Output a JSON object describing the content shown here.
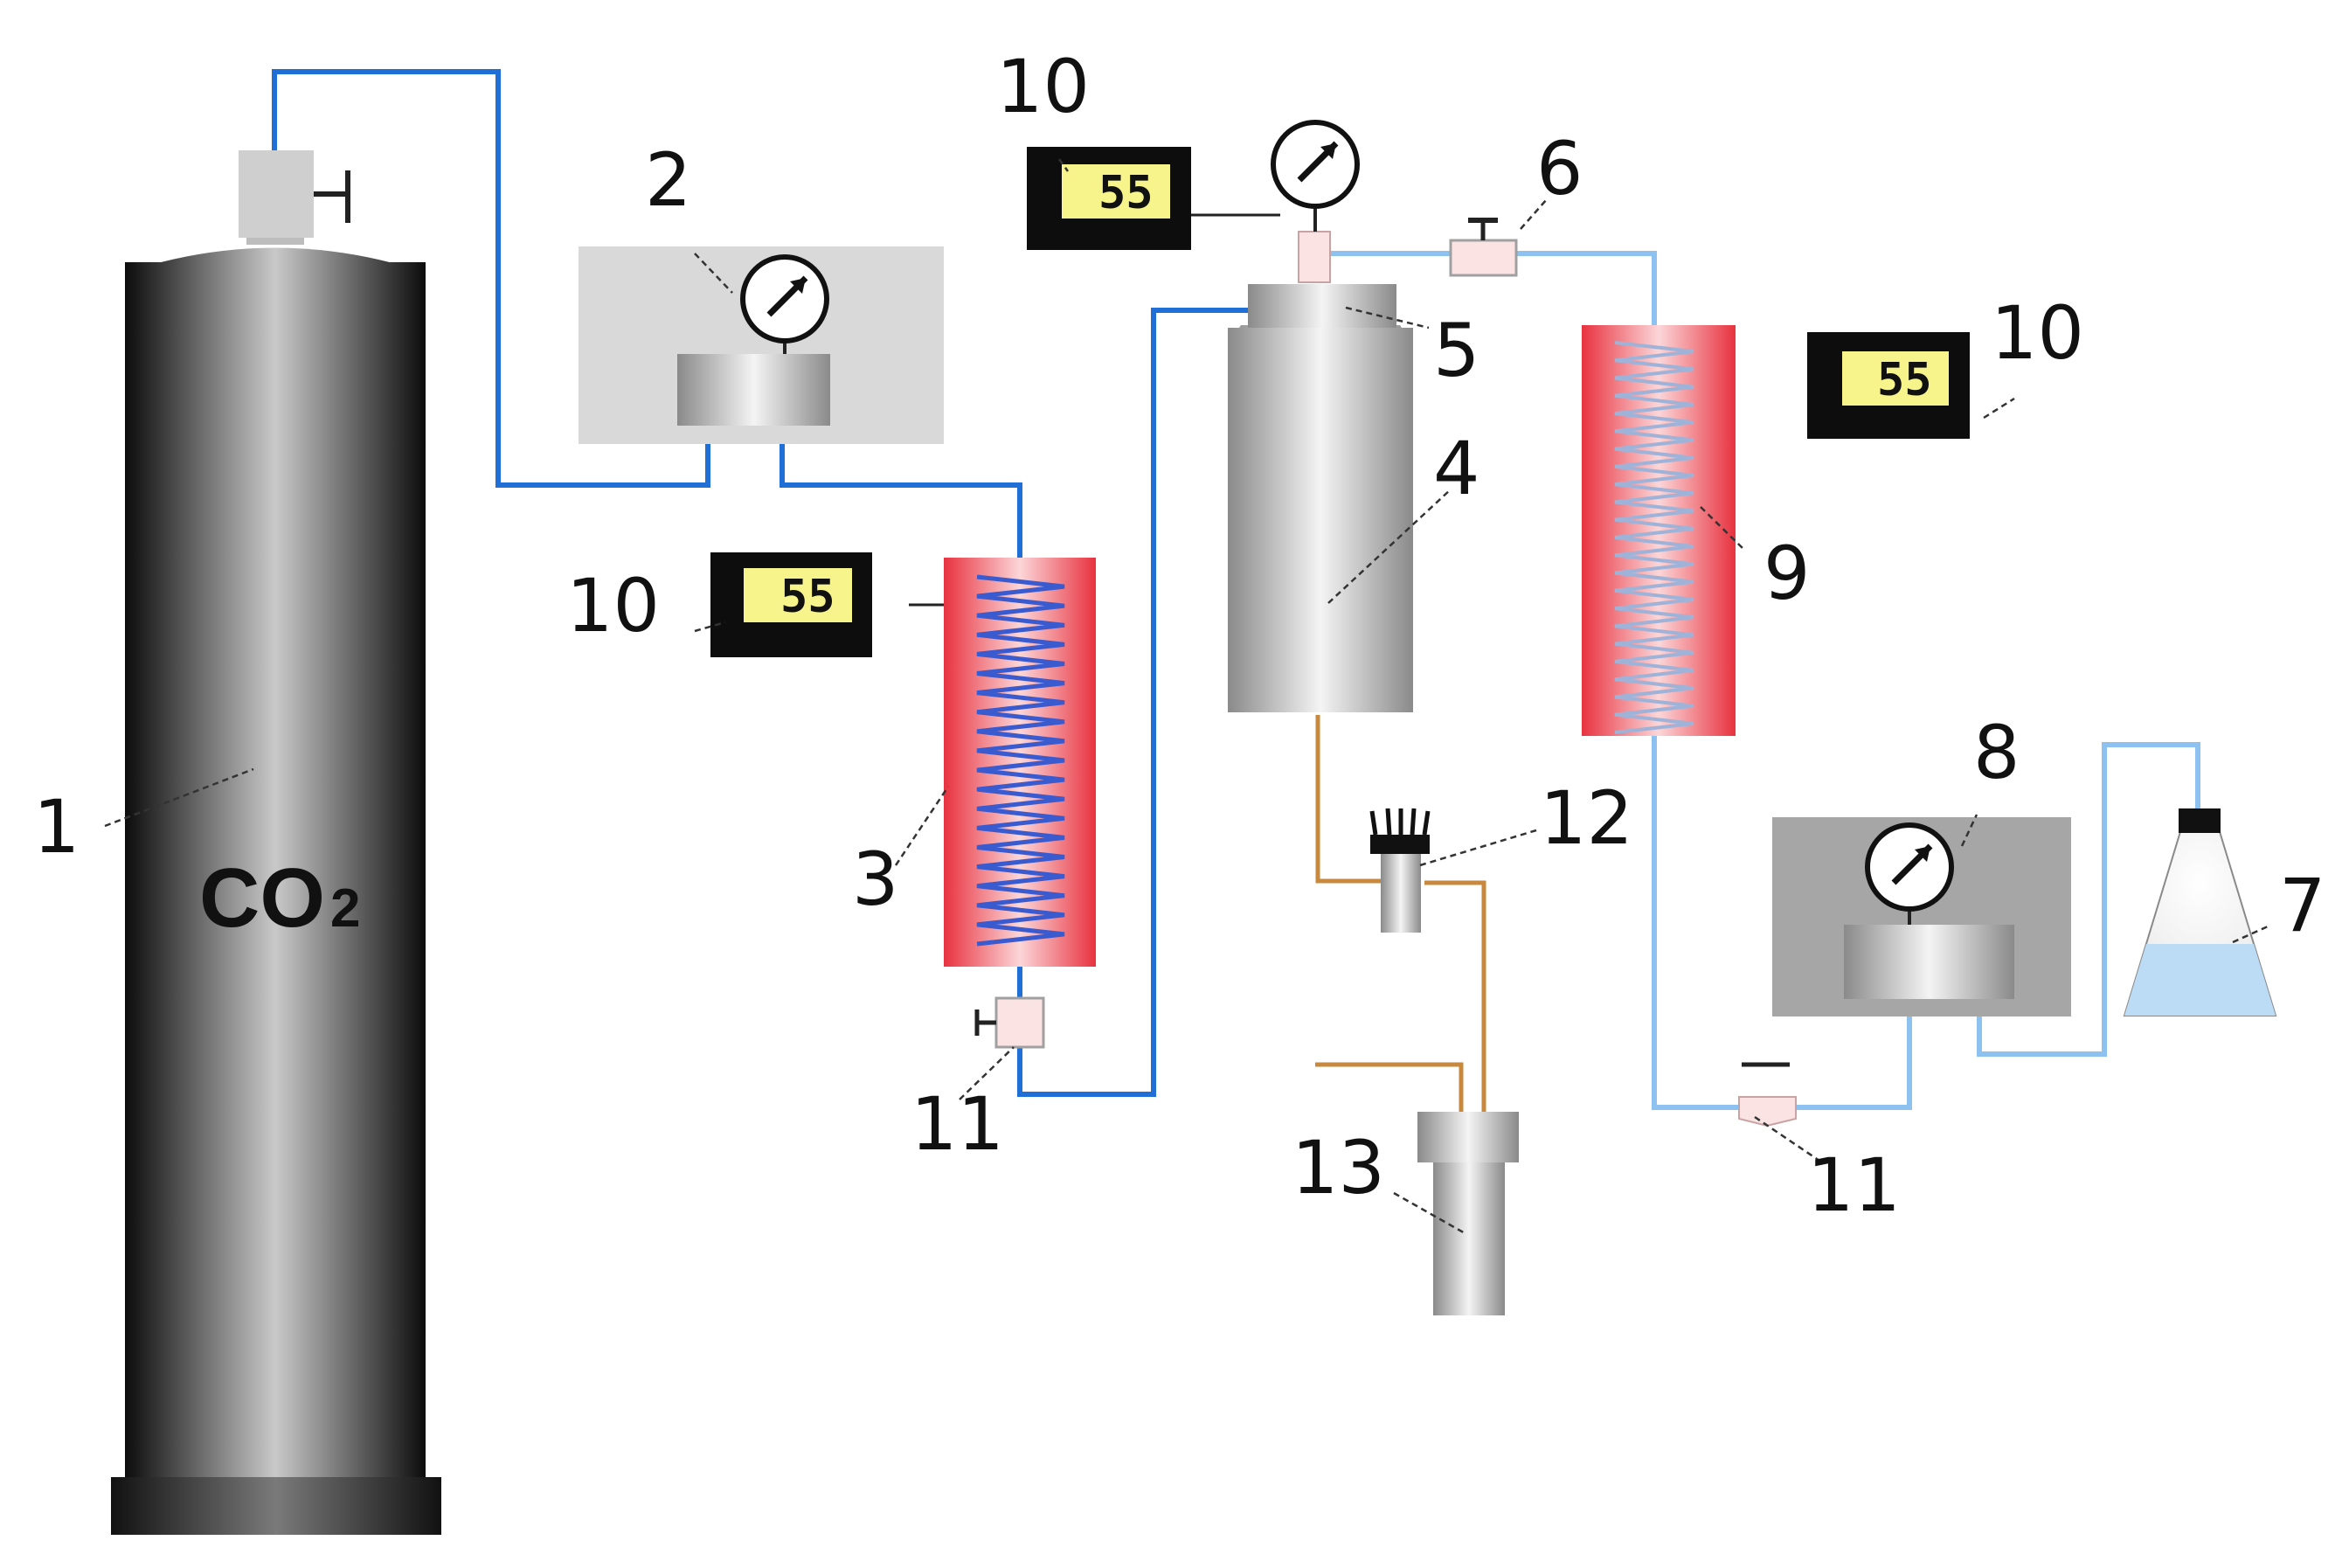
{
  "colors": {
    "pipe_dark": "#1f6fd6",
    "pipe_light": "#8cc1f0",
    "pipe_orange": "#c8893e",
    "heater_red": "#ea3a47",
    "coil_blue": "#3a5ad0",
    "lcd_screen": "#f6f48a",
    "panel_gray": "#d9d9d9"
  },
  "cylinder": {
    "formula": "CO",
    "subscript": "2"
  },
  "display_reading": "55",
  "labels": {
    "l1": "1",
    "l2": "2",
    "l3": "3",
    "l4": "4",
    "l5": "5",
    "l6": "6",
    "l7": "7",
    "l8": "8",
    "l9": "9",
    "l10a": "10",
    "l10b": "10",
    "l10c": "10",
    "l11a": "11",
    "l11b": "11",
    "l12": "12",
    "l13": "13"
  },
  "icons": [
    "pressure-gauge-icon",
    "valve-icon",
    "heating-coil-icon",
    "flask-icon",
    "gas-cylinder-icon"
  ]
}
